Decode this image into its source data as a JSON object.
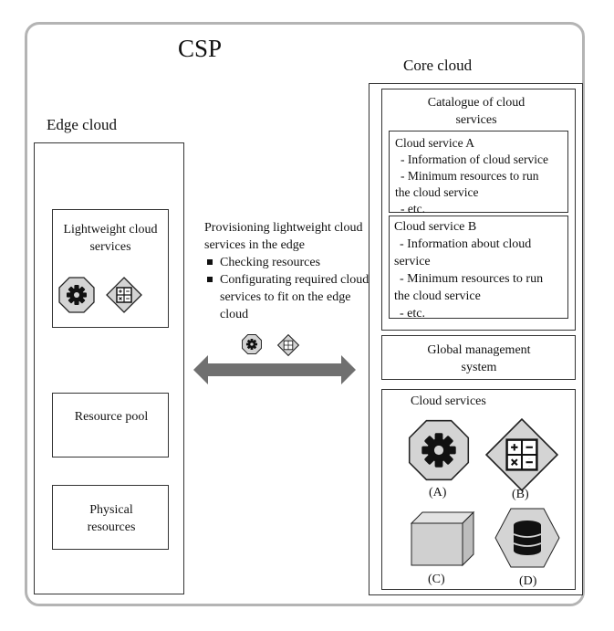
{
  "csp": {
    "title": "CSP"
  },
  "edge_cloud": {
    "title": "Edge cloud",
    "lightweight": {
      "label": "Lightweight cloud services"
    },
    "resource_pool": {
      "label": "Resource pool"
    },
    "physical_resources": {
      "label": "Physical resources"
    }
  },
  "provisioning": {
    "heading": "Provisioning lightweight cloud services in the edge",
    "bullets": [
      "Checking resources",
      "Configurating required cloud services to fit on the edge cloud"
    ]
  },
  "core_cloud": {
    "title": "Core cloud",
    "catalogue": {
      "title": "Catalogue of cloud services",
      "service_a": {
        "title": "Cloud service A",
        "line1": "- Information of cloud service",
        "line2": "- Minimum resources to run",
        "line2b": "the cloud service",
        "line3": "- etc."
      },
      "service_b": {
        "title": "Cloud service B",
        "line1": "- Information about cloud",
        "line1b": "service",
        "line2": "- Minimum resources to run",
        "line2b": "the cloud service",
        "line3": "- etc."
      }
    },
    "gms": {
      "label": "Global management system"
    },
    "cloud_services": {
      "title": "Cloud services",
      "labels": [
        "(A)",
        "(B)",
        "(C)",
        "(D)"
      ]
    }
  },
  "icons": {
    "gear": "gear-icon",
    "calculator": "calculator-icon",
    "box": "cube-icon",
    "database": "database-icon"
  },
  "colors": {
    "icon_fill": "#d4d4d4",
    "arrow": "#707070",
    "frame": "#b4b4b4"
  }
}
